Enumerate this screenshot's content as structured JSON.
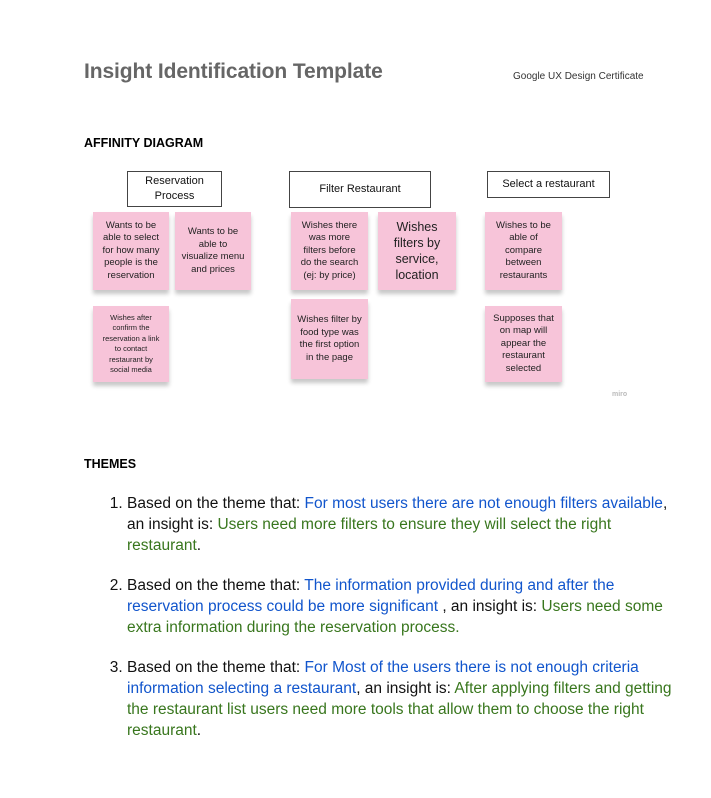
{
  "header": {
    "title": "Insight Identification Template",
    "subtitle": "Google UX Design Certificate"
  },
  "affinity": {
    "heading": "AFFINITY DIAGRAM",
    "groups": [
      {
        "label": "Reservation Process",
        "notes": [
          "Wants to be able to select for how many people is the reservation",
          "Wants to be able to visualize menu and prices",
          "Wishes after confirm the reservation a link to contact restaurant by social media"
        ]
      },
      {
        "label": "Filter Restaurant",
        "notes": [
          "Wishes there was more filters before do the search (ej: by price)",
          "Wishes filters by service, location",
          "Wishes filter by food type was the first option in the page"
        ]
      },
      {
        "label": "Select a restaurant",
        "notes": [
          "Wishes to be able of compare between restaurants",
          "Supposes that on map will appear the restaurant selected"
        ]
      }
    ],
    "watermark": "miro",
    "note_color": "#f7c4d9"
  },
  "themes": {
    "heading": "THEMES",
    "items": [
      {
        "prefix": "Based on the theme that: ",
        "theme": "For most users there are not enough filters available",
        "middle": ", an insight is: ",
        "insight": "Users need more filters to ensure they will select the right restaurant",
        "suffix": "."
      },
      {
        "prefix": "Based on the theme that: ",
        "theme": "The information provided during and after the reservation process could be more significant",
        "middle": " , an insight is: ",
        "insight": "Users need some extra information during the reservation process.",
        "suffix": ""
      },
      {
        "prefix": "Based on the theme that: ",
        "theme": "For Most of the users there is not enough criteria information selecting a restaurant",
        "middle": ", an insight is: ",
        "insight": "After applying filters and getting the restaurant list users need more tools that allow them to choose the right restaurant",
        "suffix": "."
      }
    ],
    "colors": {
      "theme": "#1155cc",
      "insight": "#38761d"
    }
  }
}
